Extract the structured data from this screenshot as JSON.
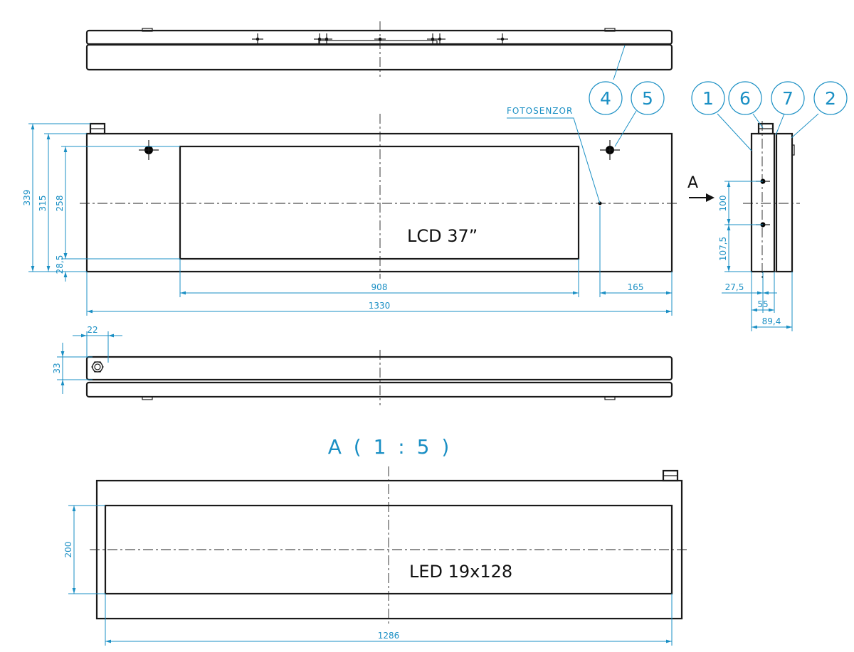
{
  "front_view": {
    "screen_label": "LCD 37”",
    "sensor_label": "FOTOSENZOR",
    "dimensions": {
      "height_total": "339",
      "height_315": "315",
      "height_258": "258",
      "offset_bottom": "28,5",
      "screen_width": "908",
      "right_offset": "165",
      "total_width": "1330"
    }
  },
  "bottom_view": {
    "dimensions": {
      "width": "22",
      "height": "33"
    }
  },
  "side_view": {
    "arrow_label": "A",
    "dimensions": {
      "spacing": "100",
      "lower": "107,5",
      "d1": "27,5",
      "d2": "55",
      "d3": "89,4"
    }
  },
  "callouts": [
    "4",
    "5",
    "1",
    "6",
    "7",
    "2"
  ],
  "detail_view": {
    "title": "A ( 1 : 5 )",
    "screen_label": "LED 19x128",
    "dimensions": {
      "height": "200",
      "width": "1286"
    }
  }
}
